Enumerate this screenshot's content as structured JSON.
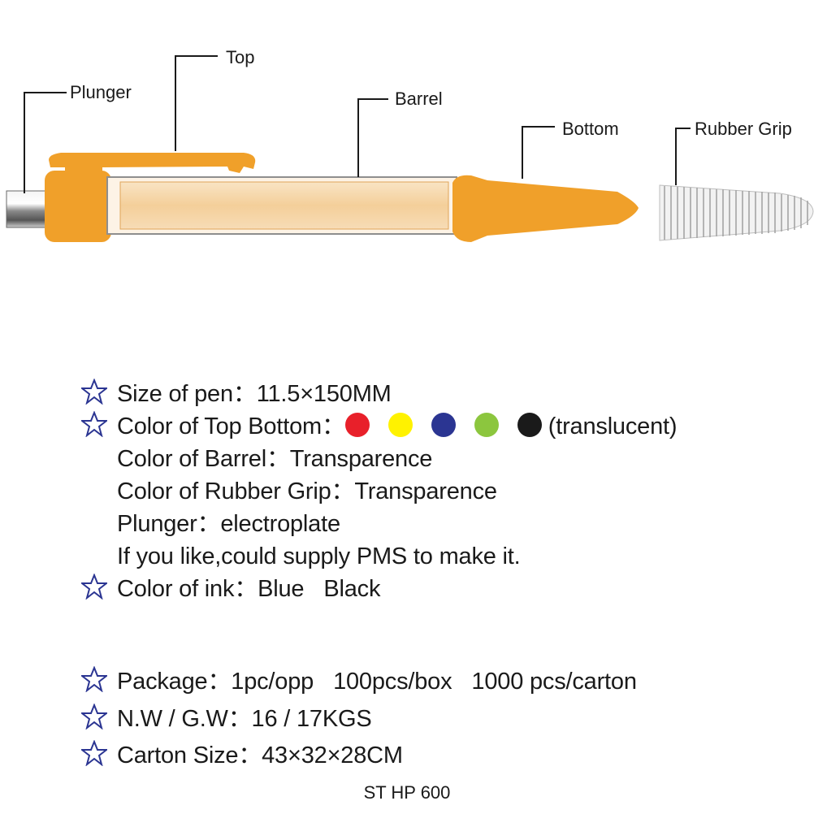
{
  "diagram": {
    "labels": {
      "plunger": "Plunger",
      "top": "Top",
      "barrel": "Barrel",
      "bottom": "Bottom",
      "rubber_grip": "Rubber Grip"
    },
    "colors": {
      "orange": "#f0a02a",
      "barrel_fill": "#f6d6a6",
      "grip_stroke": "#9a9a9a"
    }
  },
  "specs": {
    "size": {
      "label": "Size of pen：",
      "value": "11.5×150MM"
    },
    "top_bottom": {
      "label": "Color of Top Bottom：",
      "swatches": [
        {
          "name": "red",
          "color": "#e8202a"
        },
        {
          "name": "yellow",
          "color": "#fff200"
        },
        {
          "name": "blue",
          "color": "#2b3592"
        },
        {
          "name": "green",
          "color": "#8cc63e"
        },
        {
          "name": "black",
          "color": "#1a1a1a"
        }
      ],
      "note": "(translucent)"
    },
    "barrel": {
      "label": "Color of Barrel：",
      "value": "Transparence"
    },
    "rubber_grip": {
      "label": "Color of Rubber Grip：",
      "value": "Transparence"
    },
    "plunger": {
      "label": "Plunger：",
      "value": "electroplate"
    },
    "pms_note": "If you like,could supply PMS to make it.",
    "ink": {
      "label": "Color of ink：",
      "value1": "Blue",
      "value2": "Black"
    },
    "package": {
      "label": "Package：",
      "v1": "1pc/opp",
      "v2": "100pcs/box",
      "v3": "1000 pcs/carton"
    },
    "weight": {
      "label": "N.W / G.W：",
      "value": "16 / 17KGS"
    },
    "carton": {
      "label": "Carton Size：",
      "value": "43×32×28CM"
    }
  },
  "model": "ST HP 600"
}
